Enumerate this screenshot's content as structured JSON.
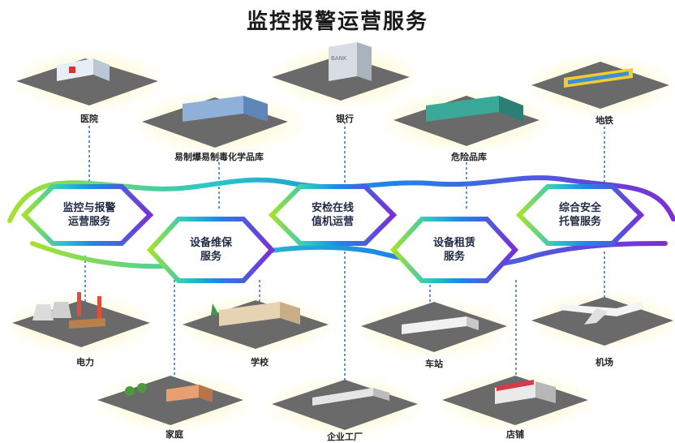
{
  "title": "监控报警运营服务",
  "services": [
    {
      "line1": "监控与报警",
      "line2": "运营服务"
    },
    {
      "line1": "设备维保",
      "line2": "服务"
    },
    {
      "line1": "安检在线",
      "line2": "值机运营"
    },
    {
      "line1": "设备租赁",
      "line2": "服务"
    },
    {
      "line1": "综合安全",
      "line2": "托管服务"
    }
  ],
  "top_labels": [
    "医院",
    "易制爆易制毒化学品库",
    "银行",
    "危险品库",
    "地铁"
  ],
  "bottom_labels": [
    "电力",
    "学校",
    "车站",
    "机场",
    "家庭",
    "企业工厂",
    "店铺"
  ],
  "building_text": {
    "bank_sign": "BANK"
  },
  "colors": {
    "band_start": "#a6e22e",
    "band_mid1": "#29c7c7",
    "band_mid2": "#1e88e5",
    "band_end": "#7b2fd6",
    "dash": "#2f6fb5",
    "ground": "#f6f2a6",
    "tile": "#6a6a6a"
  }
}
